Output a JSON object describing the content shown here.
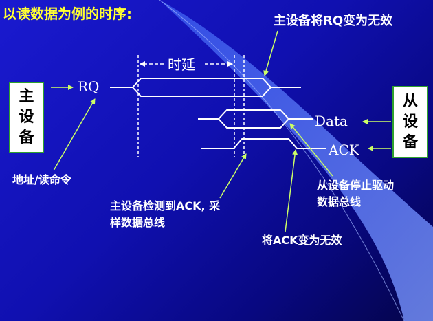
{
  "title": "以读数据为例的时序:",
  "notes": {
    "rq_invalid": "主设备将RQ变为无效",
    "delay": "时延",
    "addr_read_cmd": "地址/读命令",
    "master_detect_line1": "主设备检测到ACK, 采",
    "master_detect_line2": "样数据总线",
    "slave_stop_line1": "从设备停止驱动",
    "slave_stop_line2": "数据总线",
    "ack_invalid": "将ACK变为无效"
  },
  "signals": {
    "rq": "RQ",
    "data": "Data",
    "ack": "ACK"
  },
  "master_box": {
    "line1": "主",
    "line2": "设",
    "line3": "备"
  },
  "slave_box": {
    "line1": "从",
    "line2": "设",
    "line3": "备"
  },
  "colors": {
    "background": "#1010b0",
    "title": "#ffff33",
    "arrow": "#ccff66",
    "box_border": "#2ea12e",
    "beam": "#5a7cff",
    "signal": "#ffffff"
  }
}
